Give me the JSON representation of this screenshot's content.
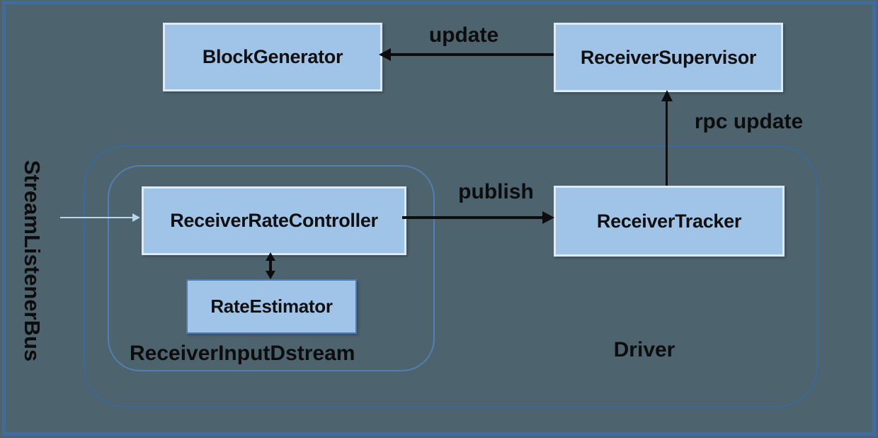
{
  "diagram": {
    "nodes": {
      "block_generator": "BlockGenerator",
      "receiver_supervisor": "ReceiverSupervisor",
      "receiver_rate_controller": "ReceiverRateController",
      "rate_estimator": "RateEstimator",
      "receiver_tracker": "ReceiverTracker"
    },
    "containers": {
      "driver": "Driver",
      "receiver_input_dstream": "ReceiverInputDstream"
    },
    "side_label": "StreamListenerBus",
    "edges": {
      "update": "update",
      "rpc_update": "rpc update",
      "publish": "publish"
    },
    "colors": {
      "background": "#4d636e",
      "frame_border": "#3e6c9e",
      "node_fill": "#9fc4e7",
      "node_border_light": "#dde9f5",
      "rate_estimator_border": "#4b7cb8",
      "driver_container_border": "#3b699b",
      "inner_container_border": "#527fb0",
      "arrow": "#0d0d0d",
      "bus_arrow": "#b9d5ec",
      "text": "#0d0d0d"
    }
  }
}
